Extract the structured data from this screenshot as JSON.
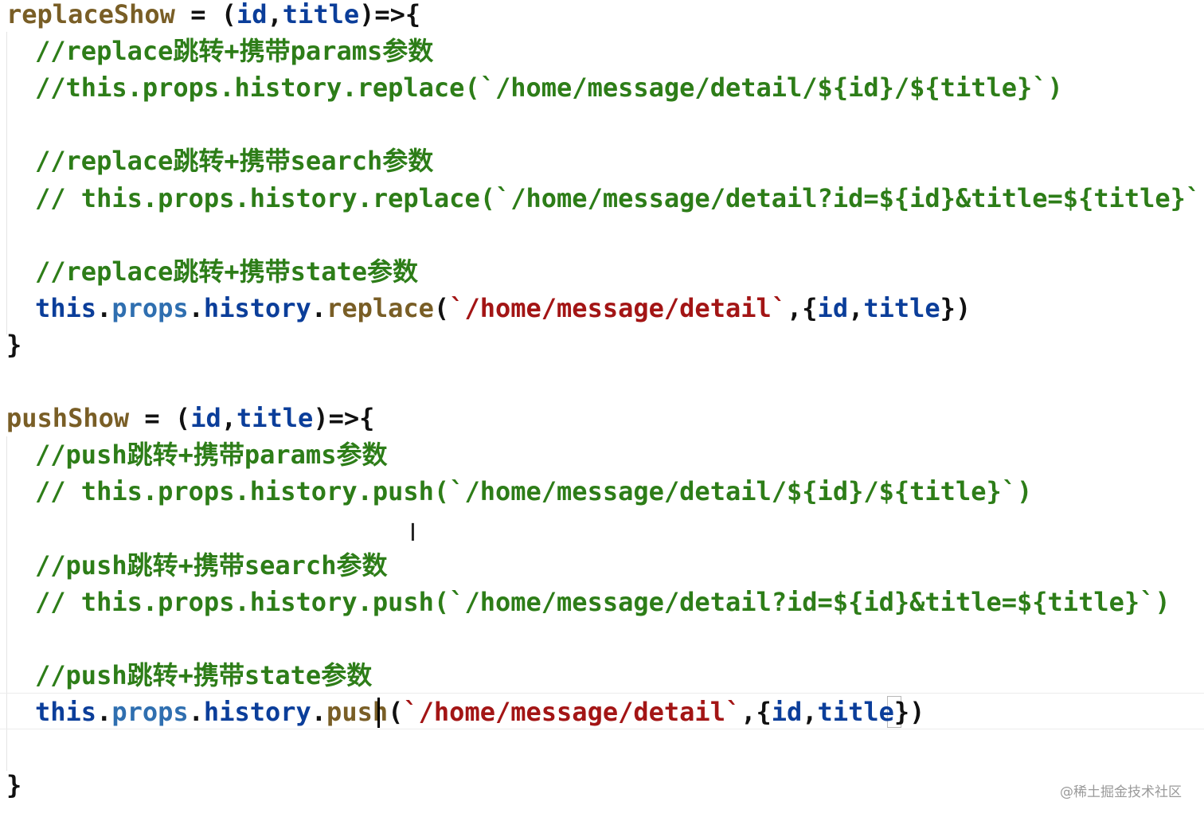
{
  "editor": {
    "lines": [
      {
        "indent": false,
        "tokens": [
          {
            "t": "replaceShow",
            "c": "fn"
          },
          {
            "t": " = ",
            "c": "punct"
          },
          {
            "t": "(",
            "c": "punct"
          },
          {
            "t": "id",
            "c": "var"
          },
          {
            "t": ",",
            "c": "punct"
          },
          {
            "t": "title",
            "c": "var"
          },
          {
            "t": ")=>{",
            "c": "punct"
          }
        ]
      },
      {
        "indent": true,
        "tokens": [
          {
            "t": "//replace跳转+携带params参数",
            "c": "comment"
          }
        ]
      },
      {
        "indent": true,
        "tokens": [
          {
            "t": "//this.props.history.replace(`/home/message/detail/${id}/${title}`)",
            "c": "comment"
          }
        ]
      },
      {
        "indent": true,
        "tokens": []
      },
      {
        "indent": true,
        "tokens": [
          {
            "t": "//replace跳转+携带search参数",
            "c": "comment"
          }
        ]
      },
      {
        "indent": true,
        "tokens": [
          {
            "t": "// this.props.history.replace(`/home/message/detail?id=${id}&title=${title}`)",
            "c": "comment"
          }
        ]
      },
      {
        "indent": true,
        "tokens": []
      },
      {
        "indent": true,
        "tokens": [
          {
            "t": "//replace跳转+携带state参数",
            "c": "comment"
          }
        ]
      },
      {
        "indent": true,
        "tokens": [
          {
            "t": "this",
            "c": "this"
          },
          {
            "t": ".",
            "c": "punct"
          },
          {
            "t": "props",
            "c": "prop"
          },
          {
            "t": ".",
            "c": "punct"
          },
          {
            "t": "history",
            "c": "this"
          },
          {
            "t": ".",
            "c": "punct"
          },
          {
            "t": "replace",
            "c": "method"
          },
          {
            "t": "(",
            "c": "punct"
          },
          {
            "t": "`/home/message/detail`",
            "c": "string"
          },
          {
            "t": ",{",
            "c": "punct"
          },
          {
            "t": "id",
            "c": "var"
          },
          {
            "t": ",",
            "c": "punct"
          },
          {
            "t": "title",
            "c": "var"
          },
          {
            "t": "})",
            "c": "punct"
          }
        ]
      },
      {
        "indent": false,
        "tokens": [
          {
            "t": "}",
            "c": "punct"
          }
        ]
      },
      {
        "indent": false,
        "tokens": []
      },
      {
        "indent": false,
        "tokens": [
          {
            "t": "pushShow",
            "c": "fn"
          },
          {
            "t": " = ",
            "c": "punct"
          },
          {
            "t": "(",
            "c": "punct"
          },
          {
            "t": "id",
            "c": "var"
          },
          {
            "t": ",",
            "c": "punct"
          },
          {
            "t": "title",
            "c": "var"
          },
          {
            "t": ")=>{",
            "c": "punct"
          }
        ]
      },
      {
        "indent": true,
        "tokens": [
          {
            "t": "//push跳转+携带params参数",
            "c": "comment"
          }
        ]
      },
      {
        "indent": true,
        "tokens": [
          {
            "t": "// this.props.history.push(`/home/message/detail/${id}/${title}`)",
            "c": "comment"
          }
        ]
      },
      {
        "indent": true,
        "tokens": []
      },
      {
        "indent": true,
        "tokens": [
          {
            "t": "//push跳转+携带search参数",
            "c": "comment"
          }
        ]
      },
      {
        "indent": true,
        "tokens": [
          {
            "t": "// this.props.history.push(`/home/message/detail?id=${id}&title=${title}`)",
            "c": "comment"
          }
        ]
      },
      {
        "indent": true,
        "tokens": []
      },
      {
        "indent": true,
        "tokens": [
          {
            "t": "//push跳转+携带state参数",
            "c": "comment"
          }
        ]
      },
      {
        "indent": true,
        "tokens": [
          {
            "t": "this",
            "c": "this"
          },
          {
            "t": ".",
            "c": "punct"
          },
          {
            "t": "props",
            "c": "prop"
          },
          {
            "t": ".",
            "c": "punct"
          },
          {
            "t": "history",
            "c": "this"
          },
          {
            "t": ".",
            "c": "punct"
          },
          {
            "t": "push",
            "c": "method"
          },
          {
            "t": "(",
            "c": "punct"
          },
          {
            "t": "`/home/message/detail`",
            "c": "string"
          },
          {
            "t": ",{",
            "c": "punct"
          },
          {
            "t": "id",
            "c": "var"
          },
          {
            "t": ",",
            "c": "punct"
          },
          {
            "t": "title",
            "c": "var"
          },
          {
            "t": "})",
            "c": "punct"
          }
        ]
      },
      {
        "indent": true,
        "tokens": []
      },
      {
        "indent": false,
        "tokens": [
          {
            "t": "}",
            "c": "punct"
          }
        ]
      }
    ],
    "icons": {
      "mouse_cursor": "i-beam-cursor-icon"
    },
    "colors": {
      "comment": "#2d7d18",
      "function_name": "#795e26",
      "keyword_this": "#0b3e9a",
      "property": "#2f6fb0",
      "string": "#a31515",
      "punctuation": "#111111"
    }
  },
  "watermark": {
    "text": "@稀土掘金技术社区"
  }
}
